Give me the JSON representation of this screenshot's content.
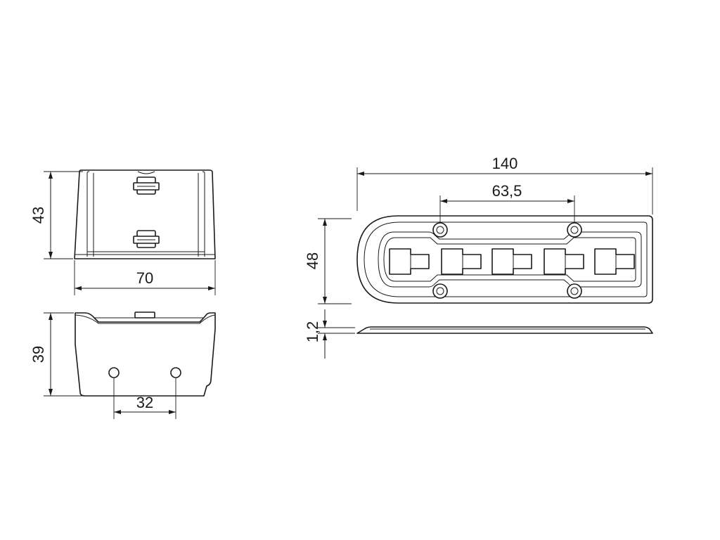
{
  "dimensions": {
    "front_height": "43",
    "front_width": "70",
    "side_height": "39",
    "hole_spacing": "32",
    "plate_length": "140",
    "slot_spacing": "63,5",
    "plate_width": "48",
    "plate_thickness": "1,2"
  },
  "colors": {
    "line": "#1a1a1a",
    "background": "#ffffff"
  }
}
